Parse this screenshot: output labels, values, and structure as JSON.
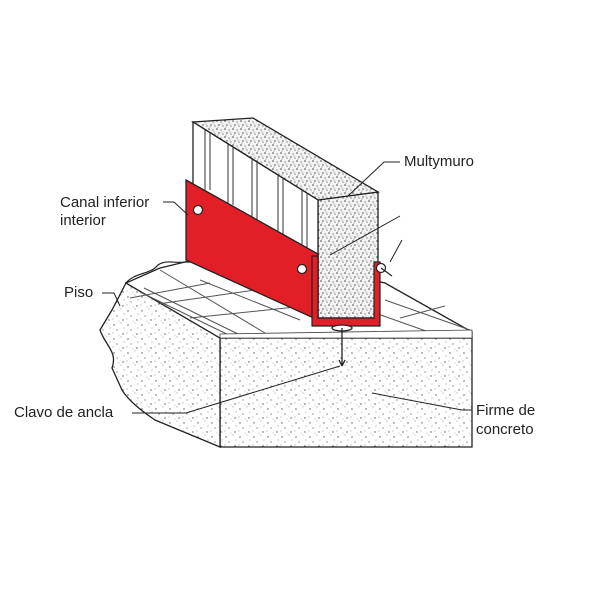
{
  "labels": {
    "multymuro": "Multymuro",
    "canal_line1": "Canal inferior",
    "canal_line2": "interior",
    "piso": "Piso",
    "clavo": "Clavo de ancla",
    "firme_line1": "Firme de",
    "firme_line2": "concreto"
  },
  "colors": {
    "channel_red": "#e21f26",
    "outline": "#222222",
    "floor_line": "#555555"
  }
}
